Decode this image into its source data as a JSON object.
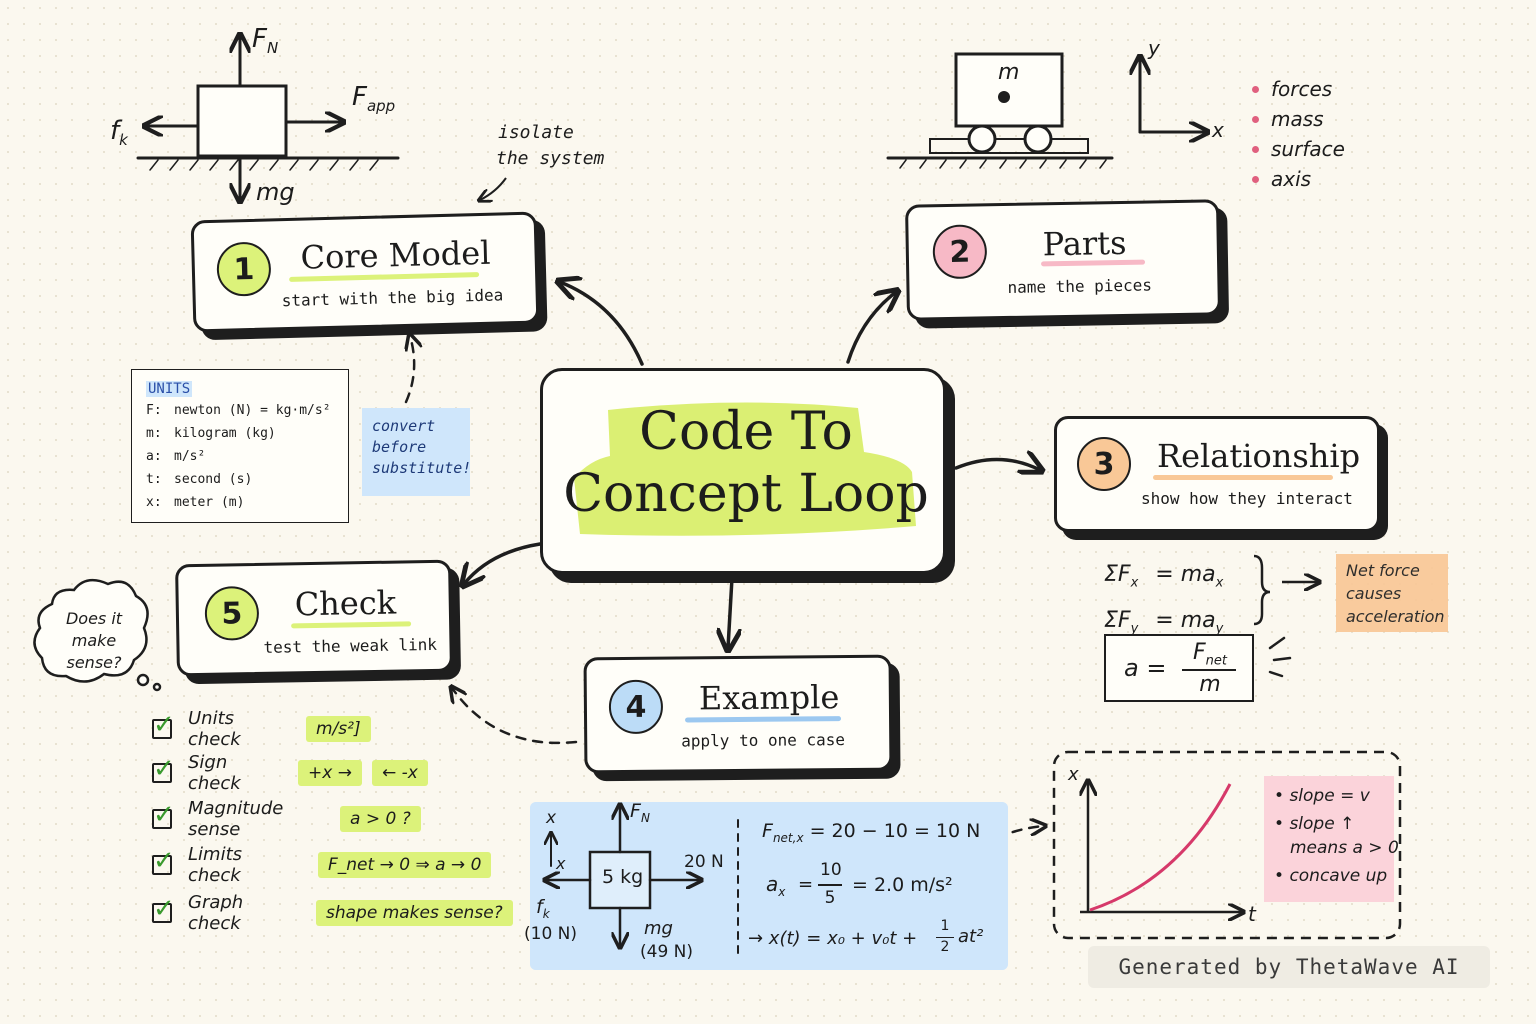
{
  "title": {
    "line1": "Code To",
    "line2": "Concept Loop"
  },
  "colors": {
    "lime": "#dcf27a",
    "pink": "#f7b9c6",
    "orange": "#f9c897",
    "blue": "#bcdcf7",
    "curve": "#d6396a"
  },
  "nodes": [
    {
      "number": "1",
      "title": "Core Model",
      "subtitle": "start with the big idea"
    },
    {
      "number": "2",
      "title": "Parts",
      "subtitle": "name the pieces"
    },
    {
      "number": "3",
      "title": "Relationship",
      "subtitle": "show how they interact"
    },
    {
      "number": "4",
      "title": "Example",
      "subtitle": "apply to one case"
    },
    {
      "number": "5",
      "title": "Check",
      "subtitle": "test the weak link"
    }
  ],
  "fbd": {
    "normal": "F",
    "normal_sub": "N",
    "applied": "F",
    "applied_sub": "app",
    "friction": "f",
    "friction_sub": "k",
    "weight": "mg"
  },
  "isolate_note": {
    "line1": "isolate",
    "line2": "the system"
  },
  "cart": {
    "mass_label": "m",
    "axis_x": "x",
    "axis_y": "y"
  },
  "parts_list": [
    "forces",
    "mass",
    "surface",
    "axis"
  ],
  "units": {
    "heading": "UNITS",
    "rows": [
      {
        "sym": "F:",
        "def": "newton (N) = kg·m/s²"
      },
      {
        "sym": "m:",
        "def": "kilogram (kg)"
      },
      {
        "sym": "a:",
        "def": "m/s²"
      },
      {
        "sym": "t:",
        "def": "second (s)"
      },
      {
        "sym": "x:",
        "def": "meter (m)"
      }
    ]
  },
  "convert_note": {
    "line1": "convert",
    "line2": "before",
    "line3": "substitute!"
  },
  "equations": {
    "sum_fx": "ΣF",
    "sum_fx_sub": "x",
    "eq_x_rhs": "= ma",
    "eq_x_sub": "x",
    "sum_fy": "ΣF",
    "sum_fy_sub": "y",
    "eq_y_rhs": "= ma",
    "eq_y_sub": "y",
    "a_lhs": "a =",
    "frac_num": "F",
    "frac_num_sub": "net",
    "frac_den": "m"
  },
  "net_force_note": {
    "line1": "Net force",
    "line2": "causes",
    "line3": "acceleration"
  },
  "thought_bubble": {
    "line1": "Does it",
    "line2": "make",
    "line3": "sense?"
  },
  "checks": [
    {
      "label": "Units check",
      "tags": [
        "m/s²]"
      ]
    },
    {
      "label": "Sign check",
      "tags": [
        "+x →",
        "← -x"
      ]
    },
    {
      "label": "Magnitude sense",
      "tags": [
        "a > 0 ?"
      ]
    },
    {
      "label": "Limits check",
      "tags": [
        "F_net → 0 ⇒ a → 0"
      ]
    },
    {
      "label": "Graph check",
      "tags": [
        "shape makes sense?"
      ]
    }
  ],
  "example": {
    "mass": "5 kg",
    "normal": "F",
    "normal_sub": "N",
    "applied": "20 N",
    "friction": "f",
    "friction_sub": "k",
    "friction_val": "(10 N)",
    "weight": "mg",
    "weight_val": "(49 N)",
    "axis_x": "x",
    "axis_x2": "x",
    "fnet_lhs": "F",
    "fnet_lhs_sub": "net,x",
    "fnet_rhs": "= 20 − 10 = 10 N",
    "ax_lhs": "a",
    "ax_lhs_sub": "x",
    "ax_num": "10",
    "ax_den": "5",
    "ax_eq1": "=",
    "ax_rhs": "= 2.0 m/s²",
    "kinematics": "→ x(t) = x₀ + v₀t + ",
    "kin_num": "1",
    "kin_den": "2",
    "kin_tail": "at²"
  },
  "graph": {
    "x_axis": "t",
    "y_axis": "x"
  },
  "graph_notes": [
    {
      "line1": "slope = v"
    },
    {
      "line1": "slope ↑",
      "line2": "means a > 0"
    },
    {
      "line1": "concave up"
    }
  ],
  "watermark": "Generated by ThetaWave AI"
}
